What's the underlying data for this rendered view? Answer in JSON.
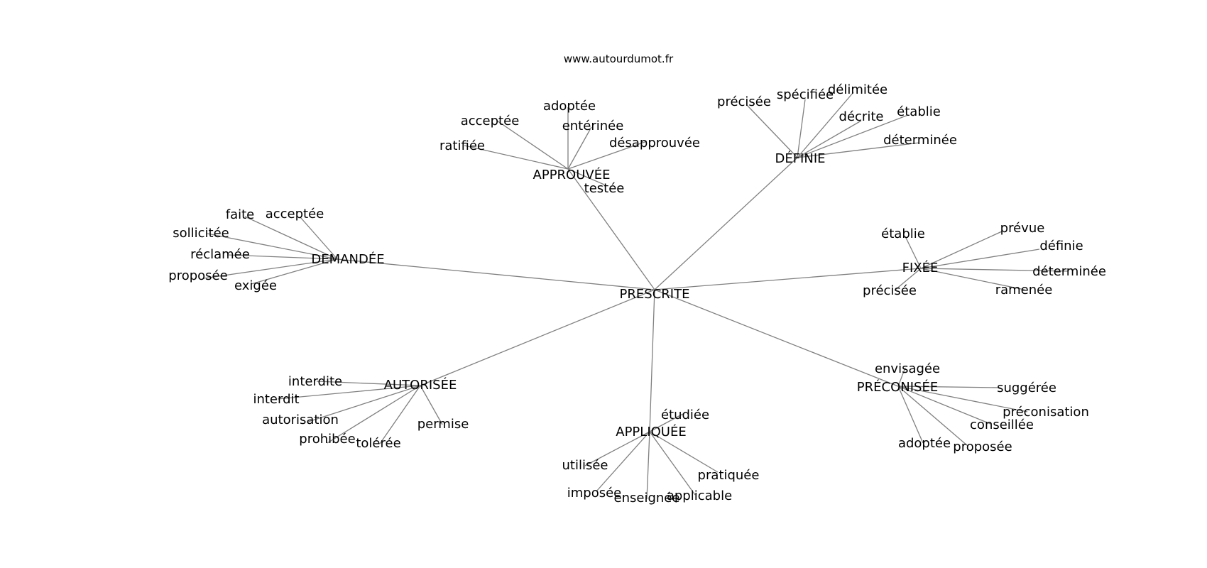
{
  "site": "www.autourdumot.fr",
  "root": {
    "id": "prescrite",
    "label": "PRESCRITE"
  },
  "hubs": [
    {
      "id": "approuvee",
      "label": "APPROUVÉE",
      "leaves": [
        {
          "id": "adoptee",
          "label": "adoptée"
        },
        {
          "id": "acceptee",
          "label": "acceptée"
        },
        {
          "id": "enterinee",
          "label": "entérinée"
        },
        {
          "id": "ratifiee",
          "label": "ratifiée"
        },
        {
          "id": "desapprouvee",
          "label": "désapprouvée"
        },
        {
          "id": "testee",
          "label": "testée"
        }
      ]
    },
    {
      "id": "definie",
      "label": "DÉFINIE",
      "leaves": [
        {
          "id": "precisee",
          "label": "précisée"
        },
        {
          "id": "specifiee",
          "label": "spécifiée"
        },
        {
          "id": "delimitee",
          "label": "délimitée"
        },
        {
          "id": "decrite",
          "label": "décrite"
        },
        {
          "id": "etablie",
          "label": "établie"
        },
        {
          "id": "determinee",
          "label": "déterminée"
        }
      ]
    },
    {
      "id": "demandee",
      "label": "DEMANDÉE",
      "leaves": [
        {
          "id": "faite",
          "label": "faite"
        },
        {
          "id": "acceptee",
          "label": "acceptée"
        },
        {
          "id": "sollicitee",
          "label": "sollicitée"
        },
        {
          "id": "reclamee",
          "label": "réclamée"
        },
        {
          "id": "proposee",
          "label": "proposée"
        },
        {
          "id": "exigee",
          "label": "exigée"
        }
      ]
    },
    {
      "id": "fixee",
      "label": "FIXÉE",
      "leaves": [
        {
          "id": "etablie",
          "label": "établie"
        },
        {
          "id": "prevue",
          "label": "prévue"
        },
        {
          "id": "definie",
          "label": "définie"
        },
        {
          "id": "determinee",
          "label": "déterminée"
        },
        {
          "id": "precisee",
          "label": "précisée"
        },
        {
          "id": "ramenee",
          "label": "ramenée"
        }
      ]
    },
    {
      "id": "autorisee",
      "label": "AUTORISÉE",
      "leaves": [
        {
          "id": "interdite",
          "label": "interdite"
        },
        {
          "id": "interdit",
          "label": "interdit"
        },
        {
          "id": "autorisation",
          "label": "autorisation"
        },
        {
          "id": "prohibee",
          "label": "prohibée"
        },
        {
          "id": "toleree",
          "label": "tolérée"
        },
        {
          "id": "permise",
          "label": "permise"
        }
      ]
    },
    {
      "id": "appliquee",
      "label": "APPLIQUÉE",
      "leaves": [
        {
          "id": "etudiee",
          "label": "étudiée"
        },
        {
          "id": "utilisee",
          "label": "utilisée"
        },
        {
          "id": "imposee",
          "label": "imposée"
        },
        {
          "id": "enseignee",
          "label": "enseignée"
        },
        {
          "id": "applicable",
          "label": "applicable"
        },
        {
          "id": "pratiquee",
          "label": "pratiquée"
        }
      ]
    },
    {
      "id": "preconisee",
      "label": "PRÉCONISÉE",
      "leaves": [
        {
          "id": "envisagee",
          "label": "envisagée"
        },
        {
          "id": "suggeree",
          "label": "suggérée"
        },
        {
          "id": "preconisation",
          "label": "préconisation"
        },
        {
          "id": "conseillee",
          "label": "conseillée"
        },
        {
          "id": "adoptee",
          "label": "adoptée"
        },
        {
          "id": "proposee",
          "label": "proposée"
        }
      ]
    }
  ]
}
